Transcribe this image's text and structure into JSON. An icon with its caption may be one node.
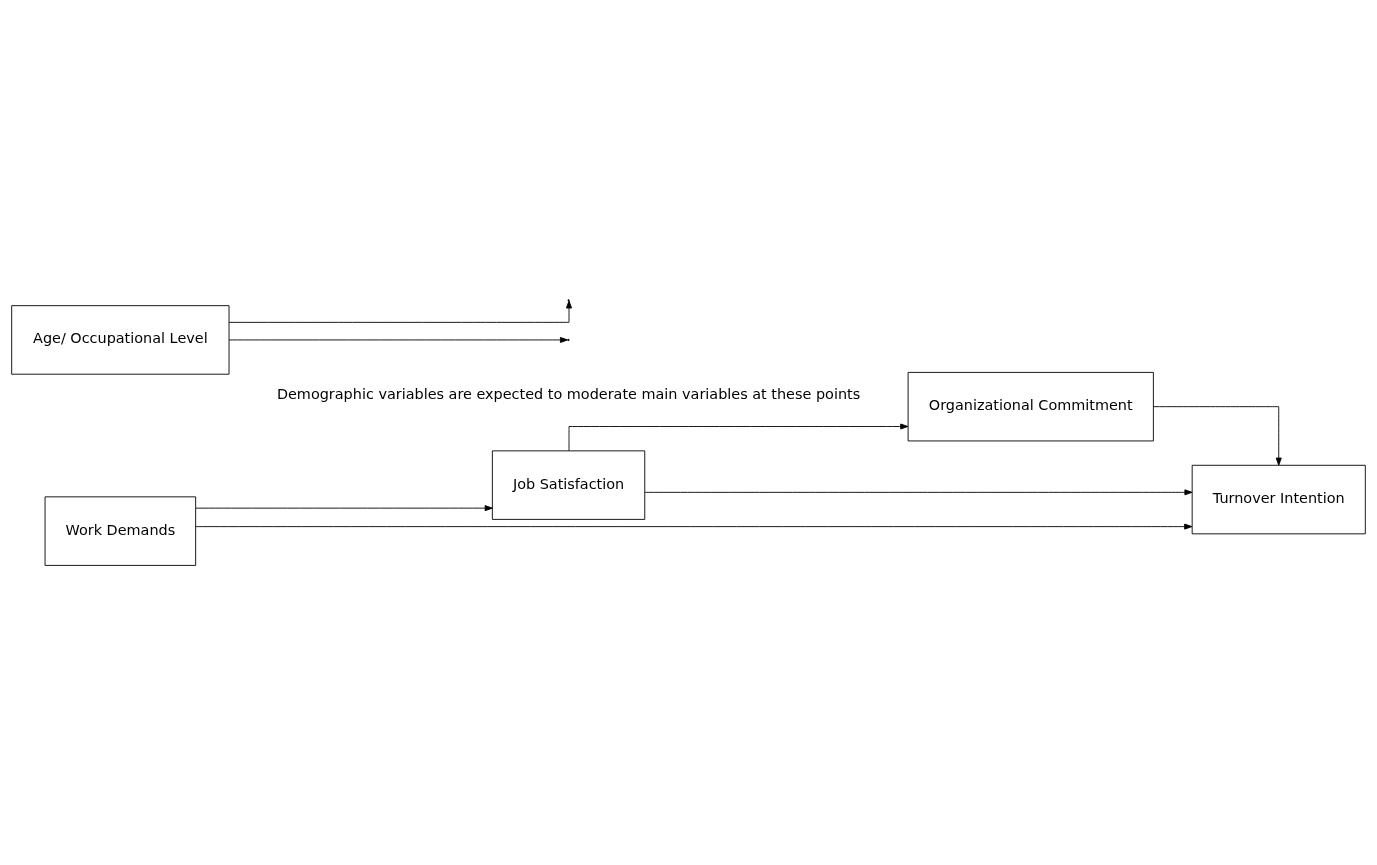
{
  "diagram": {
    "nodes": [
      {
        "text": [
          "Work Demands"
        ]
      },
      {
        "text": [
          "Job Satisfaction"
        ]
      },
      {
        "text": [
          "Organizational Commitment"
        ]
      },
      {
        "text": [
          "Turnover Intention"
        ]
      },
      {
        "text": [
          "Age/ Occupational Level"
        ]
      }
    ],
    "edges": [
      {
        "from": 0,
        "to": 3,
        "arrow": "to"
      },
      {
        "from": 1,
        "to": 3,
        "arrow": "to"
      },
      {
        "from": 0,
        "to": 1,
        "arrow": "to"
      },
      {
        "from": 1,
        "to": 2,
        "arrow": "to"
      },
      {
        "from": 2,
        "to": 3,
        "arrow": "to"
      },
      {
        "from": 4,
        "to": null,
        "arrow": "to"
      },
      {
        "from": 4,
        "to": null,
        "arrow": "to"
      }
    ],
    "labels": [
      "Demographic variables are expected to moderate main variables at these points"
    ]
  }
}
